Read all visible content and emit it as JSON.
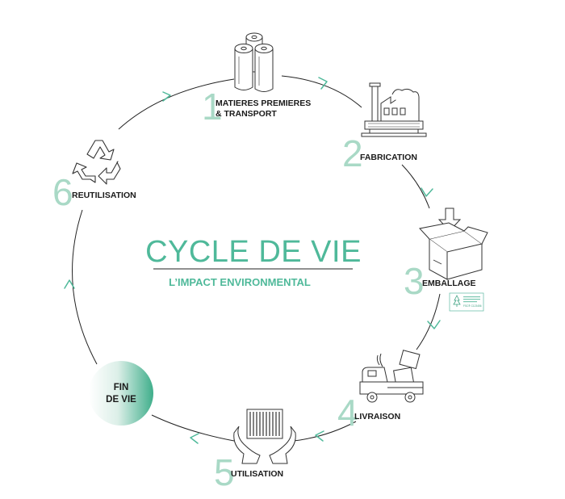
{
  "colors": {
    "accent": "#4fb99a",
    "number": "#a9d9c6",
    "line": "#222222",
    "text": "#1a1a1a"
  },
  "title": {
    "main": "CYCLE DE VIE",
    "sub": "L’IMPACT ENVIRONMENTAL"
  },
  "steps": [
    {
      "number": "1",
      "label_line1": "MATIERES PREMIERES",
      "label_line2": "& TRANSPORT",
      "icon": "paper-rolls-icon"
    },
    {
      "number": "2",
      "label": "FABRICATION",
      "icon": "factory-icon"
    },
    {
      "number": "3",
      "label": "EMBALLAGE",
      "icon": "box-icon"
    },
    {
      "number": "4",
      "label": "LIVRAISON",
      "icon": "truck-icon"
    },
    {
      "number": "5",
      "label": "UTILISATION",
      "icon": "hands-icon"
    },
    {
      "number": "6",
      "label": "REUTILISATION",
      "icon": "recycle-icon"
    }
  ],
  "end_of_life": {
    "line1": "FIN",
    "line2": "DE VIE"
  },
  "certification": {
    "icon": "fsc-tree-icon",
    "code": "FSC® C123456"
  }
}
